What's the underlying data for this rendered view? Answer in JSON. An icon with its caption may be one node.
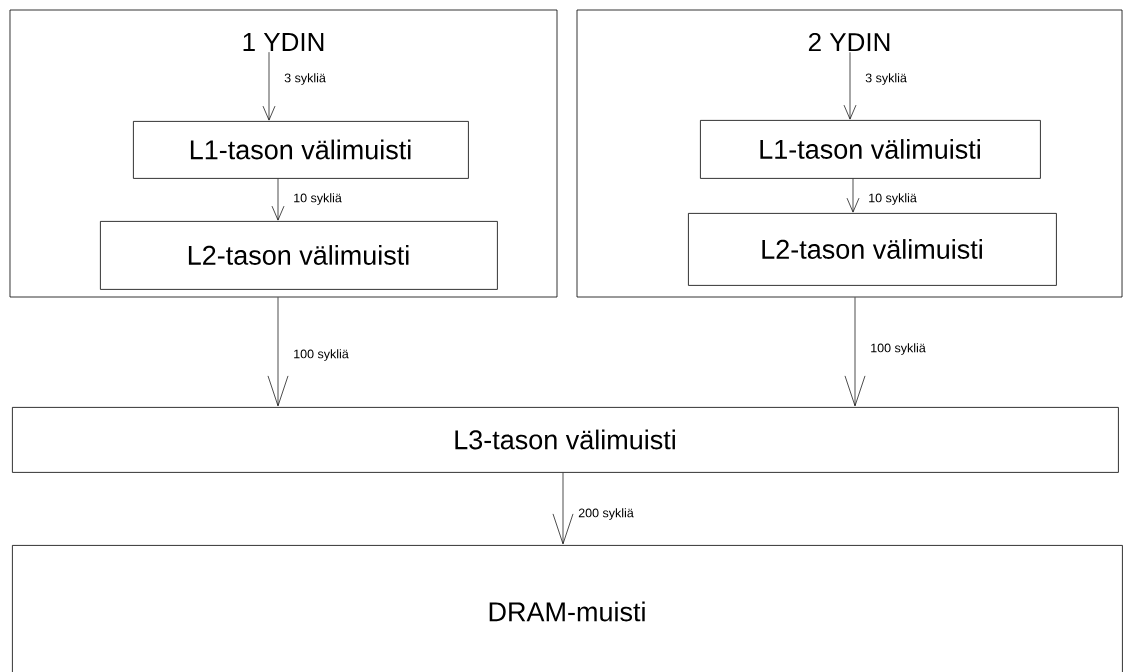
{
  "diagram": {
    "nodes": [
      {
        "text": [
          "1 YDIN"
        ]
      },
      {
        "text": [
          "L1-tason välimuisti"
        ],
        "in": 0
      },
      {
        "text": [
          "L2-tason välimuisti"
        ],
        "in": 0
      },
      {
        "text": [
          "2 YDIN"
        ]
      },
      {
        "text": [
          "L1-tason välimuisti"
        ],
        "in": 3
      },
      {
        "text": [
          "L2-tason välimuisti"
        ],
        "in": 3
      },
      {
        "text": [
          "L3-tason välimuisti"
        ]
      },
      {
        "text": [
          "DRAM-muisti"
        ]
      }
    ],
    "edges": [
      {
        "from": 0,
        "to": 1,
        "arrow": "to",
        "label": "3 sykliä"
      },
      {
        "from": 1,
        "to": 2,
        "arrow": "to",
        "label": "10 sykliä"
      },
      {
        "from": 3,
        "to": 4,
        "arrow": "to",
        "label": "3 sykliä"
      },
      {
        "from": 4,
        "to": 5,
        "arrow": "to",
        "label": "10 sykliä"
      },
      {
        "from": 0,
        "to": 6,
        "arrow": "to",
        "label": "100 sykliä"
      },
      {
        "from": 3,
        "to": 6,
        "arrow": "to",
        "label": "100 sykliä"
      },
      {
        "from": 6,
        "to": 7,
        "arrow": "to",
        "label": "200 sykliä"
      }
    ]
  }
}
